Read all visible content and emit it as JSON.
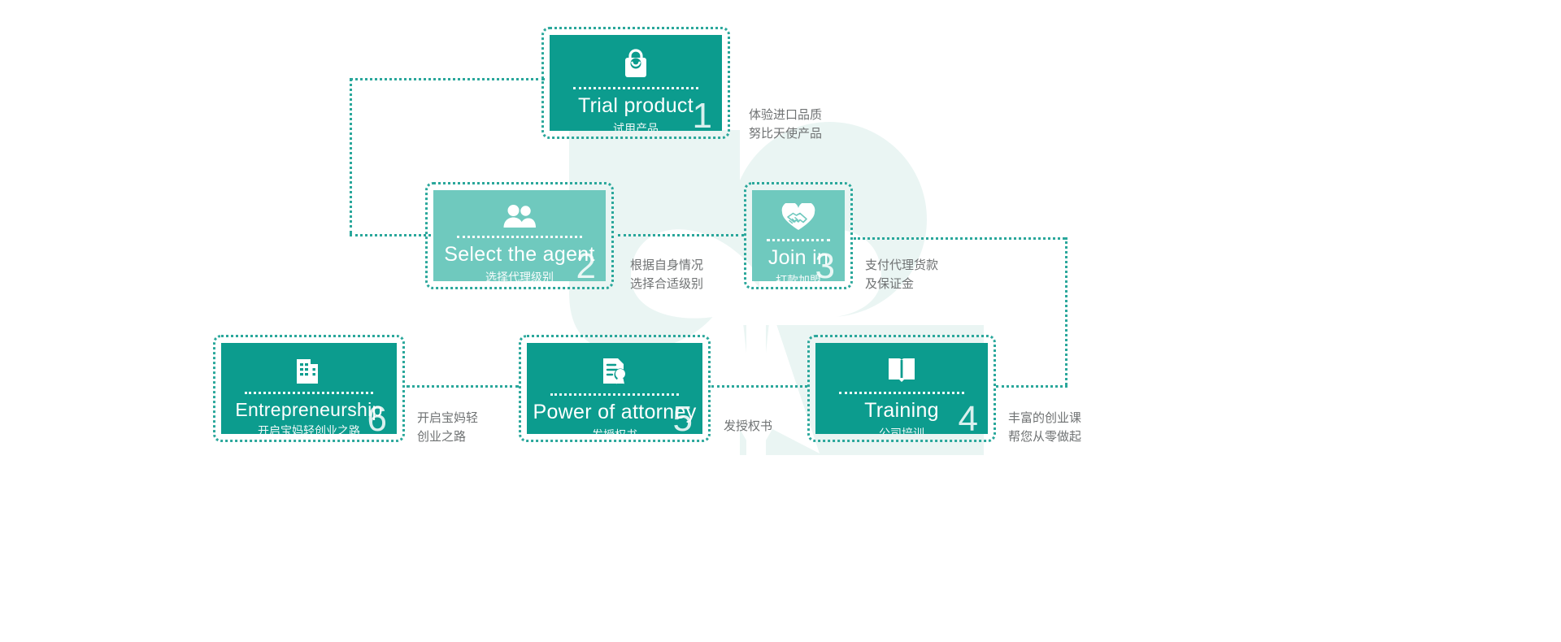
{
  "theme": {
    "accent_dark": "#0C9C8E",
    "accent_light": "#6FC9BE",
    "line_color": "#2AA79B",
    "note_color": "#6F7273",
    "background": "#FFFFFF"
  },
  "cards": [
    {
      "id": "trial-product",
      "title": "Trial product",
      "subtitle": "试用产品",
      "number": "1",
      "icon": "shopping-bag-icon",
      "tone": "dark"
    },
    {
      "id": "select-the-agent",
      "title": "Select the agent",
      "subtitle": "选择代理级别",
      "number": "2",
      "icon": "people-icon",
      "tone": "light"
    },
    {
      "id": "join-in",
      "title": "Join in",
      "subtitle": "打款加盟",
      "number": "3",
      "icon": "handshake-heart-icon",
      "tone": "light"
    },
    {
      "id": "training",
      "title": "Training",
      "subtitle": "公司培训",
      "number": "4",
      "icon": "open-book-icon",
      "tone": "dark"
    },
    {
      "id": "power-of-attorney",
      "title": "Power of attorney",
      "subtitle": "发授权书",
      "number": "5",
      "icon": "certificate-icon",
      "tone": "dark"
    },
    {
      "id": "entrepreneurship",
      "title": "Entrepreneurship",
      "subtitle": "开启宝妈轻创业之路",
      "number": "6",
      "icon": "office-building-icon",
      "tone": "dark"
    }
  ],
  "notes": [
    {
      "id": "note-trial-product",
      "line1": "体验进口品质",
      "line2": "努比天使产品"
    },
    {
      "id": "note-select-the-agent",
      "line1": "根据自身情况",
      "line2": "选择合适级别"
    },
    {
      "id": "note-join-in",
      "line1": "支付代理货款",
      "line2": "及保证金"
    },
    {
      "id": "note-training",
      "line1": "丰富的创业课",
      "line2": "帮您从零做起"
    },
    {
      "id": "note-power-of-attorney",
      "line1": "发授权书",
      "line2": ""
    },
    {
      "id": "note-entrepreneurship",
      "line1": "开启宝妈轻",
      "line2": "创业之路"
    }
  ],
  "watermark": {
    "name": "gift-ribbon-watermark"
  }
}
